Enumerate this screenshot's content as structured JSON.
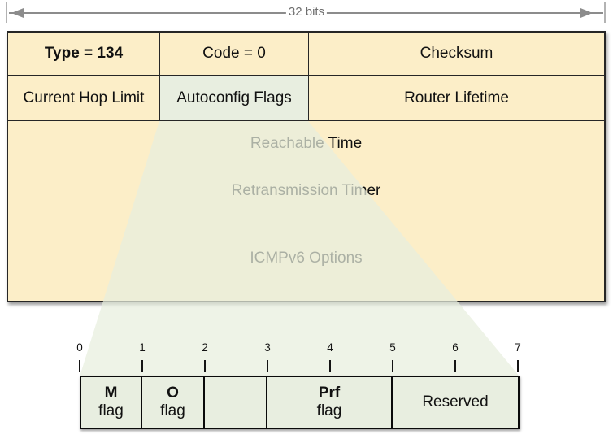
{
  "colors": {
    "cell-cream": "#FCEEC8",
    "cell-green": "#E8EEE0",
    "table-border": "#262626",
    "flags-border": "#0a0a0a",
    "arrow-gray": "#8c8c8c",
    "label-gray": "#6e6e6e",
    "text-black": "#111111",
    "cone-fill": "rgba(231,239,222,0.72)"
  },
  "header": {
    "width_label": "32 bits"
  },
  "packet_table": {
    "row1": {
      "type_field": "Type = 134",
      "code_field": "Code = 0",
      "checksum_field": "Checksum"
    },
    "row2": {
      "hop_limit_field": "Current Hop Limit",
      "autoconfig_field": "Autoconfig Flags",
      "lifetime_field": "Router Lifetime"
    },
    "row3": {
      "reachable_field": "Reachable Time"
    },
    "row4": {
      "retrans_field": "Retransmission Timer"
    },
    "row5": {
      "options_field": "ICMPv6 Options"
    }
  },
  "flags_detail": {
    "bit_labels": [
      "0",
      "1",
      "2",
      "3",
      "4",
      "5",
      "6",
      "7"
    ],
    "cells": [
      {
        "line1": "M",
        "line2": "flag"
      },
      {
        "line1": "O",
        "line2": "flag"
      },
      {
        "line1": "",
        "line2": ""
      },
      {
        "line1": "Prf",
        "line2": "flag"
      },
      {
        "line1": "Reserved",
        "line2": ""
      }
    ]
  }
}
